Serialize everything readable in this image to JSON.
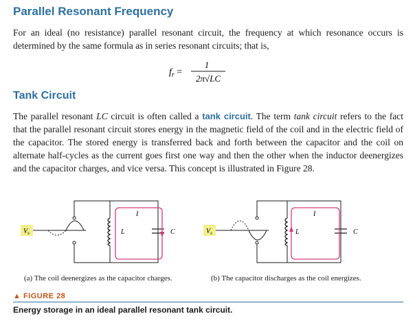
{
  "heading1": "Parallel Resonant Frequency",
  "para1": "For an ideal (no resistance) parallel resonant circuit, the frequency at which resonance occurs is determined by the same formula as in series resonant circuits; that is,",
  "formula": {
    "lhs": "f",
    "sub": "r",
    "numerator": "1",
    "denominator": "2π√LC"
  },
  "heading2": "Tank Circuit",
  "para2": {
    "a": "The parallel resonant ",
    "lc": "LC",
    "b": " circuit is often called a ",
    "term": "tank circuit",
    "c": ". The term ",
    "term_it": "tank circuit",
    "d": " refers to the fact that the parallel resonant circuit stores energy in the magnetic field of the coil and in the electric field of the capacitor. The stored energy is transferred back and forth between the capacitor and the coil on alternate half-cycles as the current goes first one way and then the other when the inductor deenergizes and the capacitor charges, and vice versa.",
    "e": "This concept is illustrated in Figure 28."
  },
  "figure": {
    "vs_label": "V",
    "vs_sub": "s",
    "L": "L",
    "C": "C",
    "I": "I",
    "caption_a": "(a) The coil deenergizes as the capacitor charges.",
    "caption_b": "(b) The capacitor discharges as the coil energizes.",
    "label": "FIGURE 28",
    "title": "Energy storage in an ideal parallel resonant tank circuit."
  },
  "colors": {
    "heading": "#2f6f9f",
    "figure_label": "#c2571a",
    "vs_box": "#f3ef8e",
    "current": "#d63a7a"
  }
}
